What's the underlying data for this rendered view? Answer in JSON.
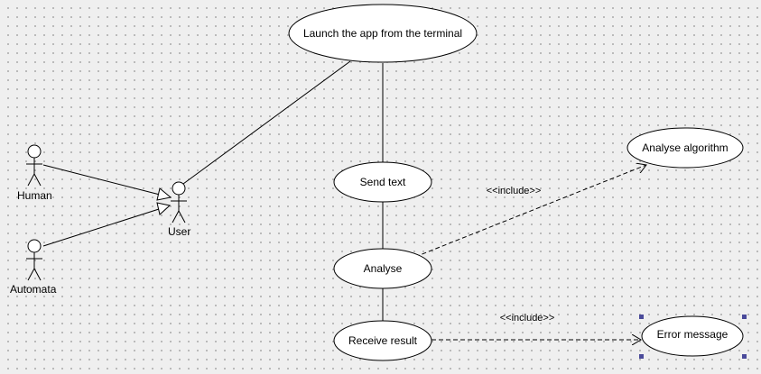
{
  "actors": {
    "human": "Human",
    "automata": "Automata",
    "user": "User"
  },
  "use_cases": {
    "launch": "Launch the app from the terminal",
    "send_text": "Send text",
    "analyse": "Analyse",
    "receive_result": "Receive result",
    "analyse_algorithm": "Analyse algorithm",
    "error_message": "Error message"
  },
  "relations": {
    "include_1": "<<include>>",
    "include_2": "<<include>>"
  }
}
